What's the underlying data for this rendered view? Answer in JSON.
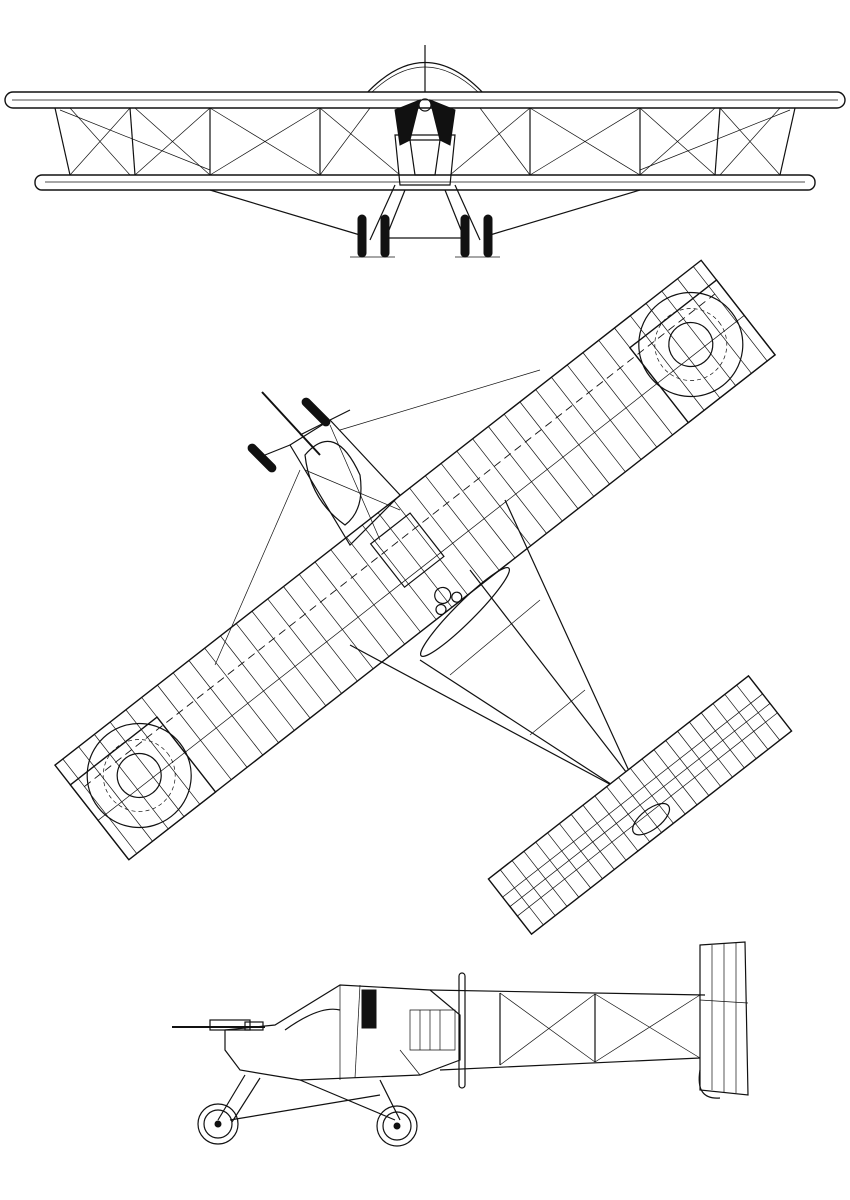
{
  "drawing": {
    "views": [
      {
        "id": "front",
        "name": "front-view"
      },
      {
        "id": "top",
        "name": "top-view"
      },
      {
        "id": "side",
        "name": "side-view"
      }
    ],
    "colors": {
      "ink": "#111111",
      "paper": "#ffffff"
    }
  }
}
